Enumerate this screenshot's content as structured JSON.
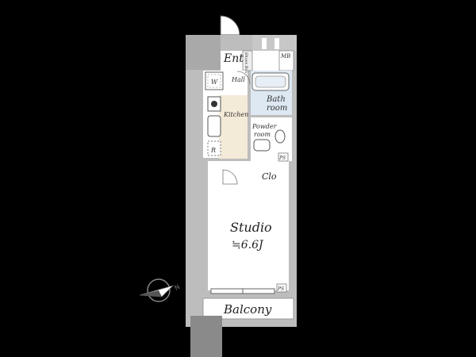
{
  "labels": {
    "entrance": "Ent",
    "shoe_box": "Shoes Box",
    "meter_box": "MB",
    "hall": "Hall",
    "washer": "W",
    "bath": "Bath",
    "bath_room": "room",
    "kitchen": "Kitchen",
    "powder": "Powder",
    "powder_room": "room",
    "fridge": "R",
    "pipe_space_1": "PS",
    "closet": "Clo",
    "studio": "Studio",
    "studio_size": "≒6.6J",
    "pipe_space_2": "PS",
    "balcony": "Balcony"
  },
  "colors": {
    "background": "#000000",
    "floor": "#ffffff",
    "wall": "#bdbdbd",
    "wall_dark": "#8a8a8a",
    "bath_fill": "#dde8f2",
    "kitchen_fill": "#f4ead8",
    "closet_fill": "#dcd1b8"
  },
  "icons": {
    "compass": "compass-icon",
    "door": "door-swing-icon"
  }
}
